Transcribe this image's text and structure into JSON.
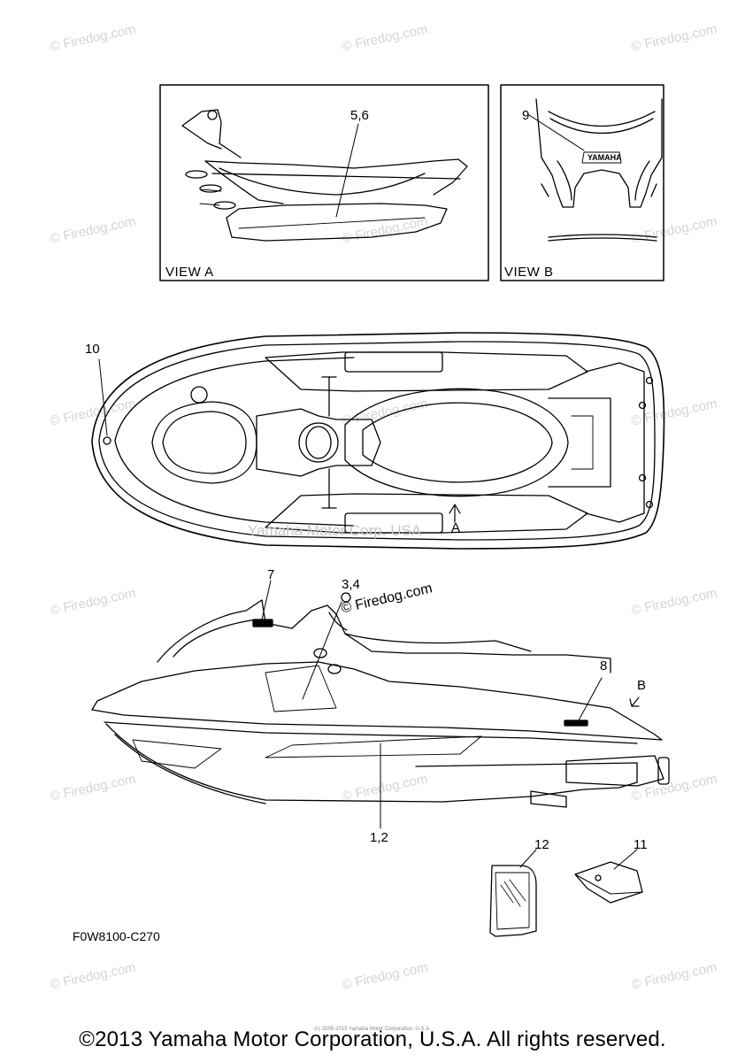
{
  "watermark": "© Firedog.com",
  "views": {
    "view_a_label": "VIEW A",
    "view_b_label": "VIEW B"
  },
  "callouts": {
    "c_5_6": "5,6",
    "c_9": "9",
    "c_10": "10",
    "c_7": "7",
    "c_3_4": "3,4",
    "c_8": "8",
    "c_b": "B",
    "c_a": "A",
    "c_1_2": "1,2",
    "c_12": "12",
    "c_11": "11"
  },
  "decal_text": "YAMAHA",
  "center_watermark": "Yamaha Motor Corp. USA",
  "firedog_overlay": "© Firedog.com",
  "drawing_code": "F0W8100-C270",
  "smallprint": "(c) 2005-2015 Yamaha Motor Corporation, U.S.A.",
  "copyright": "©2013 Yamaha Motor Corporation, U.S.A. All rights reserved."
}
